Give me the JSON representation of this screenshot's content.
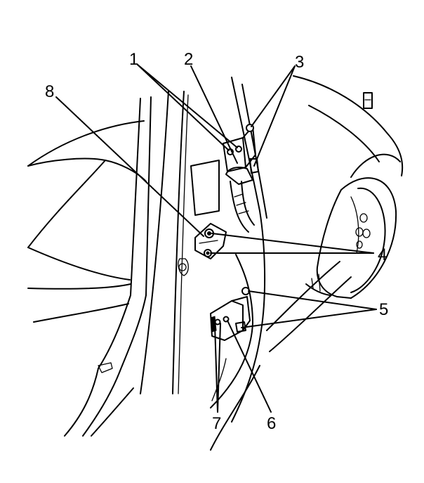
{
  "callouts": {
    "c1": "1",
    "c2": "2",
    "c3": "3",
    "c4": "4",
    "c5": "5",
    "c6": "6",
    "c7": "7",
    "c8": "8"
  },
  "colors": {
    "line": "#000000",
    "background": "#ffffff"
  }
}
